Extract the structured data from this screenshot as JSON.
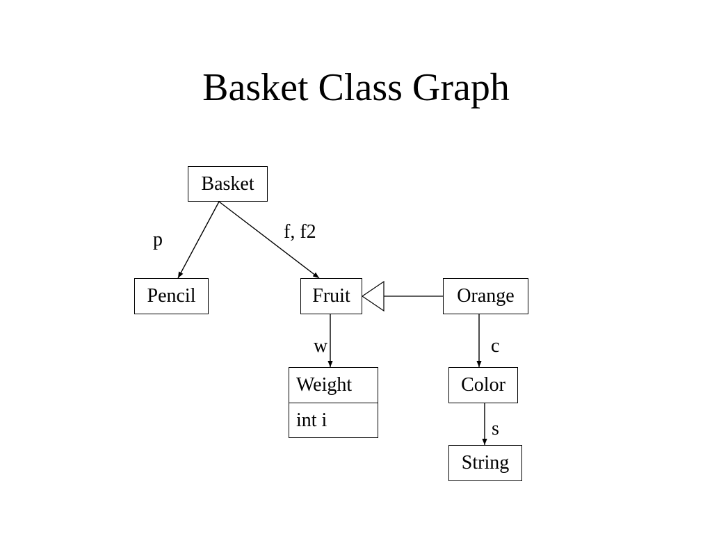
{
  "title": "Basket Class Graph",
  "nodes": {
    "basket": "Basket",
    "pencil": "Pencil",
    "fruit": "Fruit",
    "orange": "Orange",
    "weight": {
      "name": "Weight",
      "field": "int i"
    },
    "color": "Color",
    "string": "String"
  },
  "edges": {
    "basket_pencil": "p",
    "basket_fruit": "f, f2",
    "fruit_weight": "w",
    "orange_color": "c",
    "color_string": "s"
  },
  "inheritance": {
    "from": "Orange",
    "to": "Fruit"
  }
}
